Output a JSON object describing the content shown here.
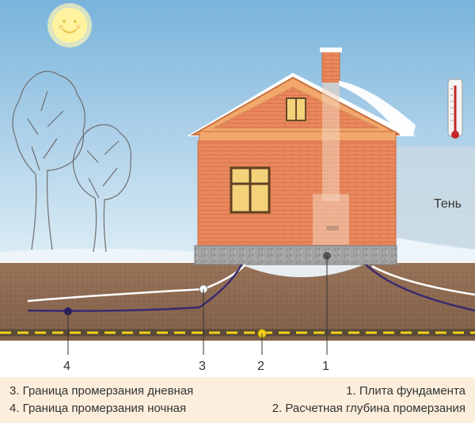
{
  "labels": {
    "shadow": "Тень",
    "num1": "1",
    "num2": "2",
    "num3": "3",
    "num4": "4"
  },
  "legend": {
    "item3": "3. Граница промерзания дневная",
    "item4": "4. Граница промерзания ночная",
    "item1": "1. Плита фундамента",
    "item2": "2. Расчетная глубина промерзания"
  },
  "colors": {
    "sky_top": "#7fb6dc",
    "sky_bottom": "#dbeaf3",
    "soil": "#8c6b52",
    "brick": "#e8865a",
    "roof_trim": "#f0a868",
    "snow": "#ffffff",
    "foundation": "#9a9a9a",
    "day_line": "#ffffff",
    "night_line": "#3a2a6e",
    "depth_line": "#f2d21a",
    "legend_bg": "#fbeedc"
  },
  "icons": {
    "sun": "sun-face-icon",
    "thermometer": "thermometer-icon"
  }
}
